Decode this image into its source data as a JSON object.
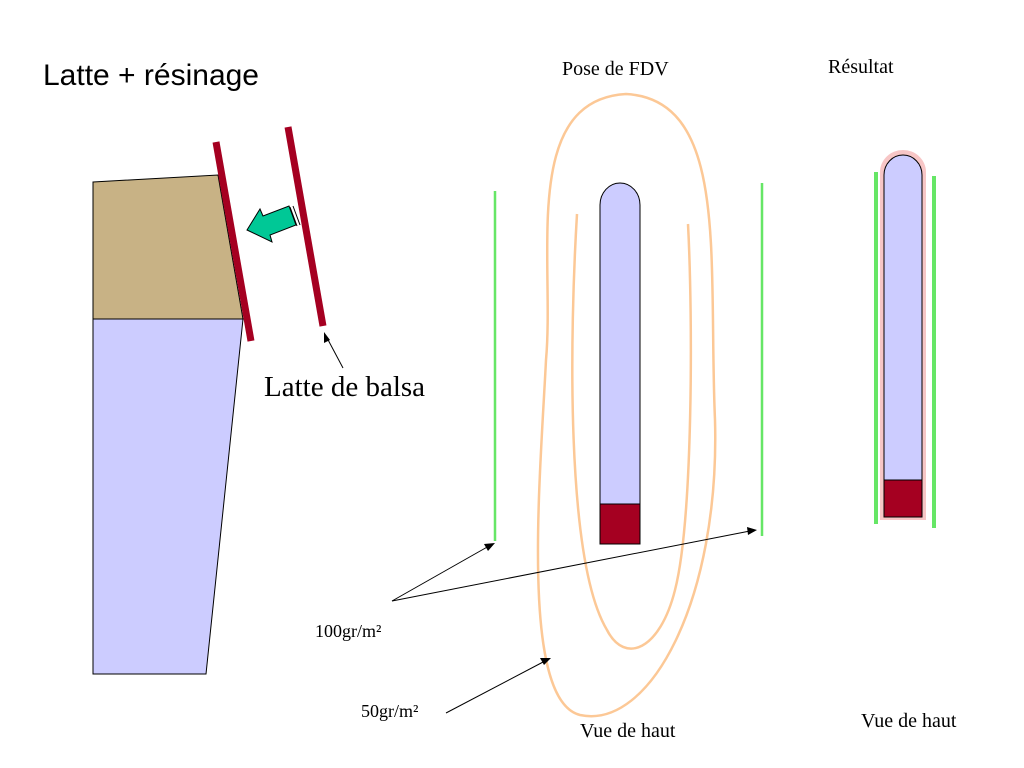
{
  "slide": {
    "title": "Latte + résinage",
    "labels": {
      "latte_de_balsa": "Latte de balsa",
      "pose_de_fdv": "Pose de FDV",
      "resultat": "Résultat",
      "weight_100": "100gr/m²",
      "weight_50": "50gr/m²",
      "vue_de_haut_middle": "Vue de haut",
      "vue_de_haut_right": "Vue de haut"
    },
    "colors": {
      "wood": "#c8b285",
      "foam": "#ccccff",
      "balsa": "#a50021",
      "glass_100": "#66e666",
      "glass_50": "#fcc896",
      "arrow": "#00c896",
      "resin_coat": "#f7c6c6"
    }
  }
}
